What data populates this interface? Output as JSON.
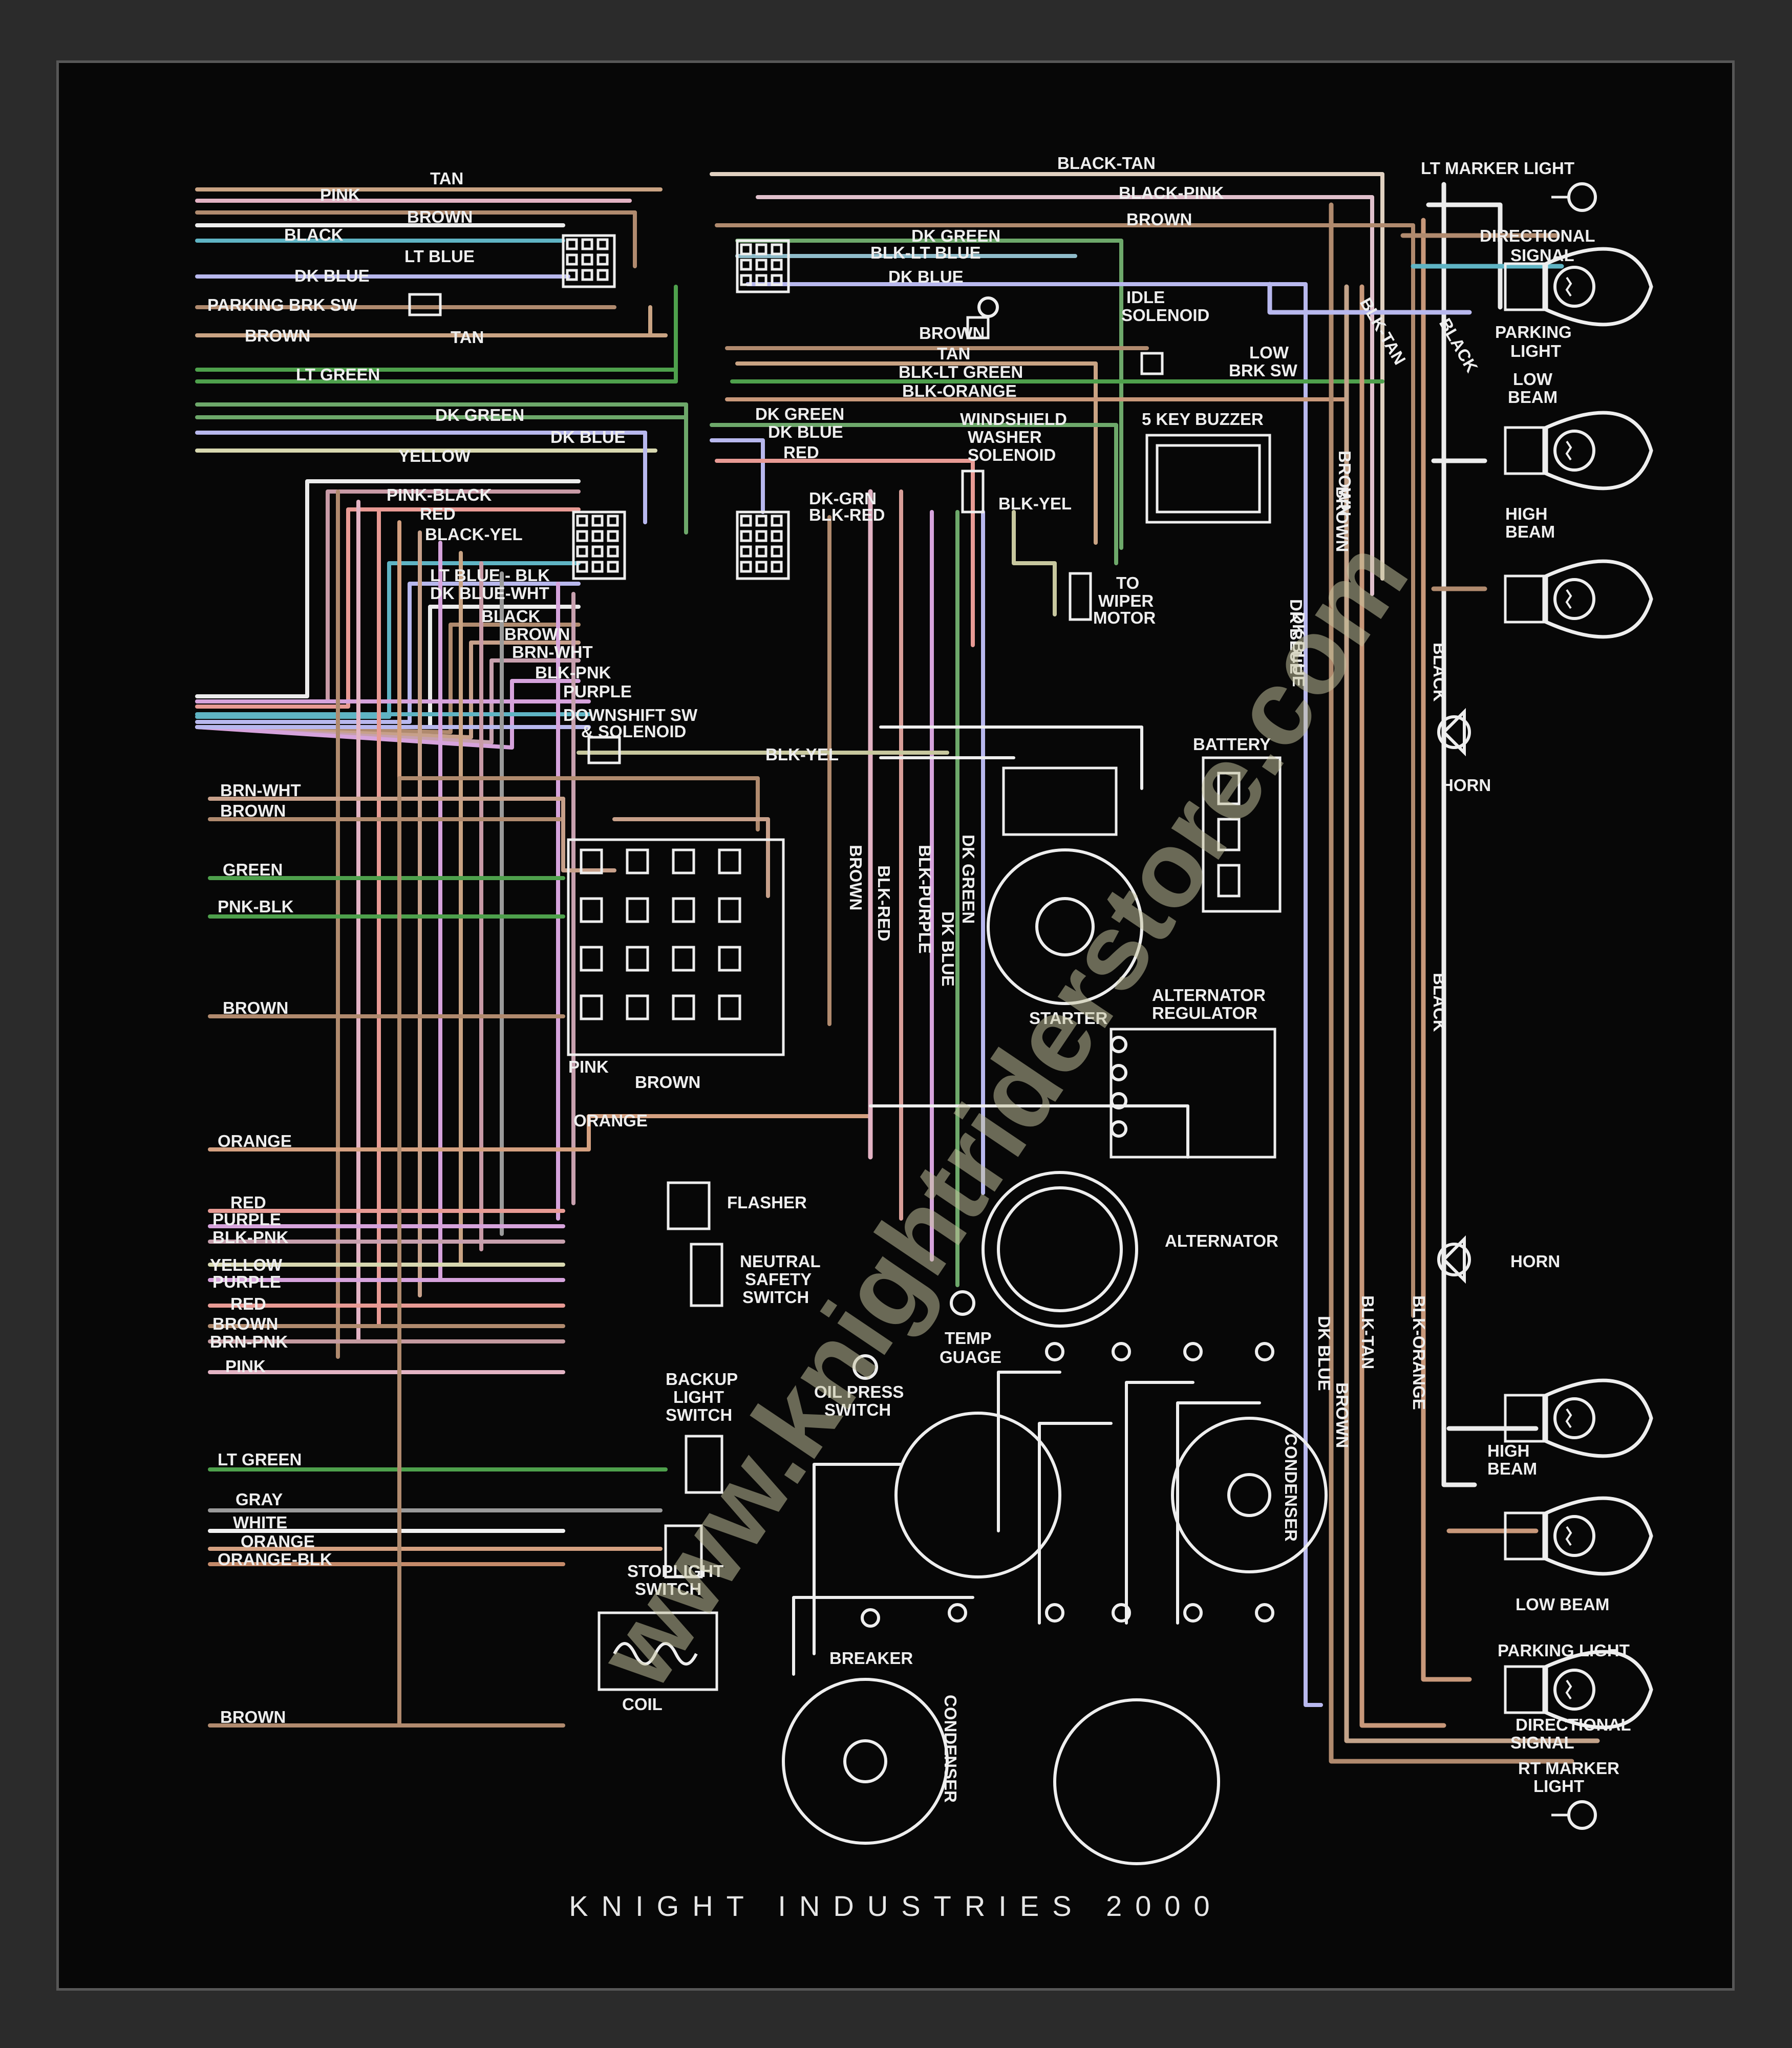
{
  "caption": "KNIGHT INDUSTRIES 2000",
  "watermark": "www.knightriderstore.com",
  "colors": {
    "TAN": "#c9a383",
    "PINK": "#e3b3c4",
    "BROWN": "#b08a6e",
    "BLACK": "#ececec",
    "LT BLUE": "#5fb4c4",
    "DK BLUE": "#b8b8ee",
    "LT GREEN": "#4ea04c",
    "DK GREEN": "#6da86a",
    "YELLOW": "#d8d8b0",
    "RED": "#e89a94",
    "PURPLE": "#d6a3dc",
    "ORANGE": "#d4a080",
    "GRAY": "#9a9a9a",
    "WHITE": "#f2f2f2",
    "PINK-BLACK": "#c89aa6",
    "BLK-YEL": "#c7c79e",
    "BRN-WHT": "#c7a08a",
    "BLK-PNK": "#c7a0ae",
    "BLK-TAN": "#c3a38a",
    "BLK-ORANGE": "#c8987a",
    "BLK-LT BLUE": "#8fbcca",
    "BLK-RED": "#d99e98",
    "DK-GRN": "#6da86a",
    "BLACK-PINK": "#e0c0cc",
    "BLACK-TAN": "#e0d0c0",
    "ORANGE-BLK": "#c48a6a",
    "BRN-PNK": "#c49aa0"
  },
  "labels": {
    "left_harness": [
      "TAN",
      "PINK",
      "BROWN",
      "BLACK",
      "LT BLUE",
      "DK BLUE",
      "PARKING  BRK  SW",
      "BROWN",
      "TAN",
      "LT GREEN",
      "DK GREEN",
      "DK BLUE",
      "YELLOW",
      "PINK-BLACK",
      "RED",
      "BLACK-YEL",
      "LT BLUE - BLK",
      "DK BLUE-WHT",
      "BLACK",
      "BROWN",
      "BRN-WHT",
      "BLK-PNK",
      "PURPLE",
      "DOWNSHIFT SW",
      "& SOLENOID",
      "BLK-YEL"
    ],
    "left_edge": [
      "BRN-WHT",
      "BROWN",
      "GREEN",
      "PNK-BLK",
      "BROWN",
      "ORANGE",
      "RED",
      "PURPLE",
      "BLK-PNK",
      "YELLOW",
      "PURPLE",
      "RED",
      "BROWN",
      "BRN-PNK",
      "PINK",
      "LT GREEN",
      "GRAY",
      "WHITE",
      "ORANGE",
      "ORANGE-BLK",
      "BROWN"
    ],
    "center": [
      "BLACK-TAN",
      "BLACK-PINK",
      "BROWN",
      "DK GREEN",
      "BLK-LT BLUE",
      "DK BLUE",
      "IDLE",
      "SOLENOID",
      "BROWN",
      "TAN",
      "BLK-LT GREEN",
      "BLK-ORANGE",
      "LOW",
      "BRK SW",
      "DK GREEN",
      "DK BLUE",
      "RED",
      "WINDSHIELD",
      "WASHER",
      "SOLENOID",
      "DK-GRN",
      "BLK-RED",
      "BLK-YEL",
      "5 KEY BUZZER",
      "TO",
      "WIPER",
      "MOTOR",
      "PINK",
      "BROWN",
      "ORANGE",
      "BROWN",
      "BLK-RED",
      "BLK-PURPLE",
      "DK GREEN",
      "DK BLUE",
      "DK BLUE",
      "BROWN"
    ],
    "components": [
      "BATTERY",
      "STARTER",
      "ALTERNATOR",
      "REGULATOR",
      "ALTERNATOR",
      "FLASHER",
      "NEUTRAL",
      "SAFETY",
      "SWITCH",
      "BACKUP",
      "LIGHT",
      "SWITCH",
      "TEMP",
      "GUAGE",
      "OIL PRESS",
      "SWITCH",
      "STOPLIGHT",
      "SWITCH",
      "COIL",
      "BREAKER",
      "CONDENSER",
      "CONDENSER"
    ],
    "right_side": [
      "LT MARKER LIGHT",
      "DIRECTIONAL",
      "SIGNAL",
      "PARKING",
      "LIGHT",
      "LOW",
      "BEAM",
      "HIGH",
      "BEAM",
      "HORN",
      "HORN",
      "HIGH",
      "BEAM",
      "LOW BEAM",
      "PARKING LIGHT",
      "DIRECTIONAL",
      "SIGNAL",
      "RT MARKER",
      "LIGHT",
      "BLK-TAN",
      "BLACK",
      "BROWN",
      "DK BLUE",
      "BLACK",
      "BLACK",
      "DK BLUE",
      "BLK-TAN",
      "BROWN",
      "BLK-ORANGE"
    ]
  }
}
